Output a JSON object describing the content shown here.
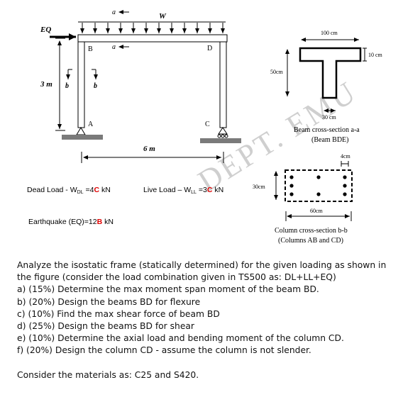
{
  "figure": {
    "labels": {
      "eq": "EQ",
      "w": "W",
      "a": "a",
      "b": "b",
      "node_b": "B",
      "node_d": "D",
      "node_a": "A",
      "node_c": "C",
      "height": "3 m",
      "span": "6 m"
    },
    "loads": {
      "dead_prefix": "Dead Load - W",
      "dead_sub": "DL",
      "dead_eq": " =4",
      "dead_var": "C",
      "dead_unit": " kN",
      "live_prefix": "Live Load – W",
      "live_sub": "LL",
      "live_eq": " =3",
      "live_var": "C",
      "live_unit": " kN",
      "eq_prefix": "Earthquake (EQ)=12",
      "eq_var": "B",
      "eq_unit": " kN"
    },
    "beam_section": {
      "width": "100 cm",
      "flange": "10 cm",
      "height": "50cm",
      "web": "30 cm",
      "title": "Beam cross-section a-a",
      "subtitle": "(Beam BDE)"
    },
    "column_section": {
      "cover": "4cm",
      "height": "30cm",
      "width": "60cm",
      "title": "Column cross-section b-b",
      "subtitle": "(Columns AB and CD)"
    },
    "watermark": "DEPT. EMU",
    "colors": {
      "highlight": "#e00000",
      "line": "#000000",
      "watermark": "#cfcfcf"
    }
  },
  "question": {
    "intro": "Analyze the isostatic frame (statically determined) for the given loading as shown in the figure (consider the load combination given in TS500 as: DL+LL+EQ)",
    "items": [
      "a) (15%) Determine the max moment span moment of the beam BD.",
      "b) (20%) Design the beams BD for flexure",
      "c) (10%) Find the max shear force of beam BD",
      "d) (25%) Design the beams BD for shear",
      "e) (10%) Determine the axial load and bending moment of the column CD.",
      "f) (20%) Design the column CD - assume the column is not slender."
    ],
    "materials": "Consider the materials as: C25 and S420."
  }
}
